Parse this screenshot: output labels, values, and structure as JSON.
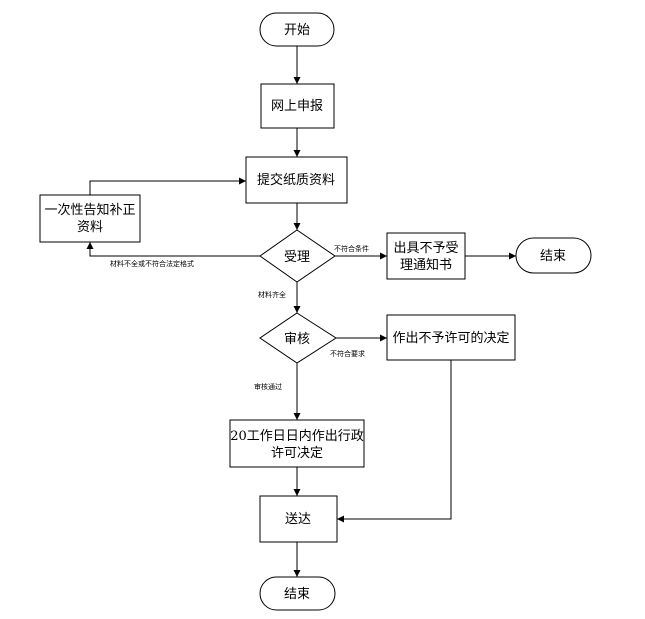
{
  "nodes": {
    "start": "开始",
    "online_apply": "网上申报",
    "submit_paper": "提交纸质资料",
    "notify_line1": "一次性告知补正",
    "notify_line2": "资料",
    "accept": "受理",
    "reject_notice_line1": "出具不予受",
    "reject_notice_line2": "理通知书",
    "end_right": "结束",
    "review": "审核",
    "deny_decision": "作出不予许可的决定",
    "decision_line1": "20工作日日内作出行政",
    "decision_line2": "许可决定",
    "deliver": "送达",
    "end_bottom": "结束"
  },
  "edge_labels": {
    "not_qualified": "不符合条件",
    "incomplete": "材料不全或不符合法定格式",
    "complete": "材料齐全",
    "not_compliant": "不符合要求",
    "review_passed": "审核通过"
  }
}
